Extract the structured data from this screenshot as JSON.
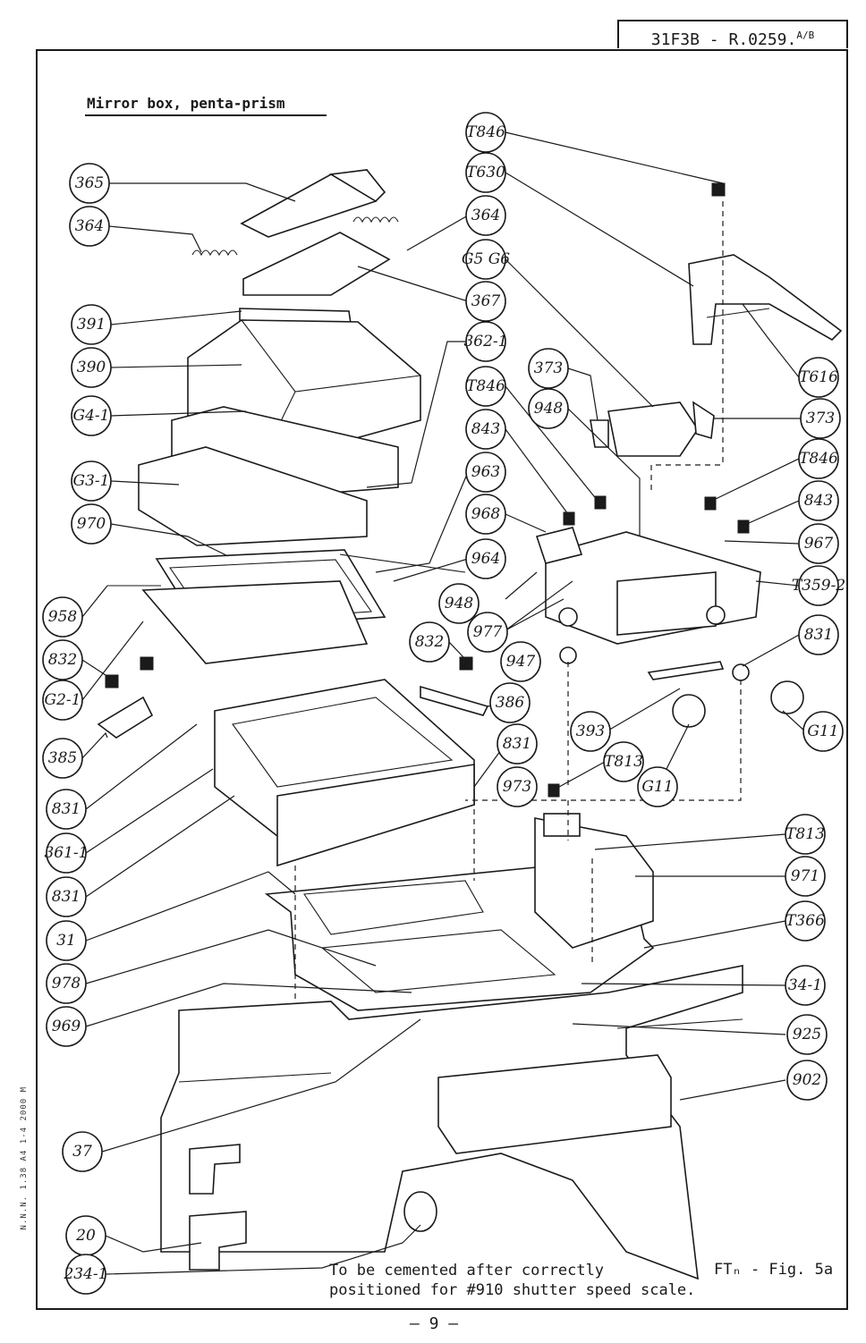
{
  "header": {
    "doc_ref": "31F3B - R.0259.",
    "doc_ref_sub_top": "A",
    "doc_ref_sub_bottom": "B"
  },
  "title": "Mirror box, penta-prism",
  "note_line1": "To be cemented after correctly",
  "note_line2": "positioned for #910 shutter speed scale.",
  "fig_ref": "FTₙ - Fig. 5a",
  "page_number": "— 9 —",
  "side_print": "N.N.N. 1.38 A4 1-4 2000 M",
  "callouts_left": [
    "365",
    "364",
    "391",
    "390",
    "G4-1",
    "G3-1",
    "970",
    "958",
    "832",
    "G2-1",
    "385",
    "831",
    "361-1",
    "831",
    "31",
    "978",
    "969",
    "37",
    "20",
    "234-1"
  ],
  "callouts_center": [
    "T846",
    "T630",
    "364",
    "G5 G6",
    "367",
    "362-1",
    "T846",
    "843",
    "963",
    "968",
    "964",
    "948",
    "977",
    "832",
    "947",
    "831",
    "973",
    "386"
  ],
  "callouts_right": [
    "T616",
    "373",
    "373",
    "948",
    "T846",
    "843",
    "967",
    "T359-2",
    "831",
    "G11",
    "393",
    "T813",
    "G11",
    "T813",
    "971",
    "T366",
    "34-1",
    "925",
    "902"
  ]
}
